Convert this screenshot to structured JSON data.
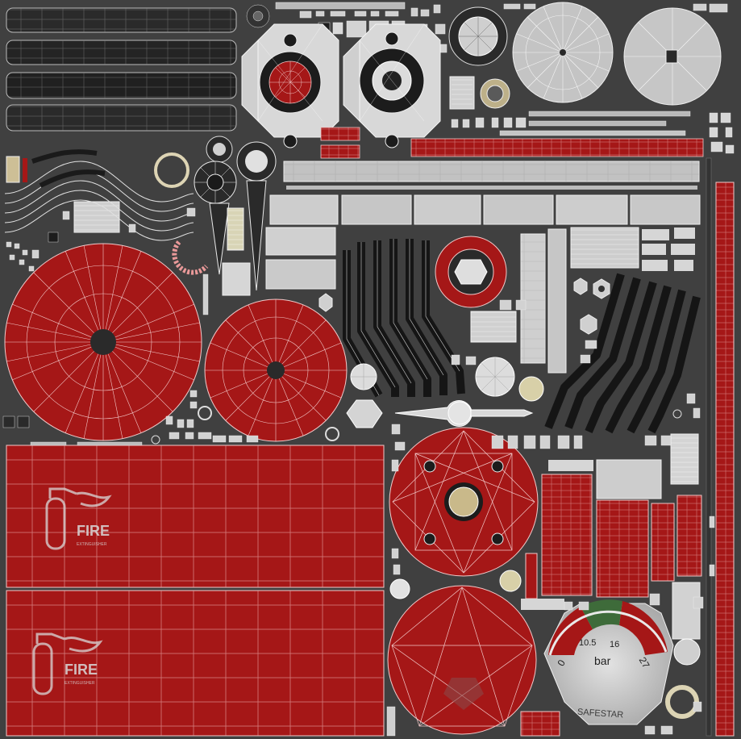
{
  "atlas": {
    "panel_upper": {
      "word": "FIRE",
      "subword": "EXTINGUISHER"
    },
    "panel_lower": {
      "word": "FIRE",
      "subword": "EXTINGUISHER"
    },
    "gauge": {
      "ticks": [
        "0",
        "10.5",
        "16",
        "27"
      ],
      "unit": "bar",
      "brand": "SAFESTAR"
    }
  },
  "colors": {
    "background": "#404040",
    "red": "#a51717",
    "dark_red": "#7a0f0f",
    "wire": "#f2c9c9",
    "metal": "#c8c8c8",
    "dark_metal": "#1e1e1e",
    "brass": "#c9b98a",
    "gauge_green": "#3e6b3a"
  }
}
